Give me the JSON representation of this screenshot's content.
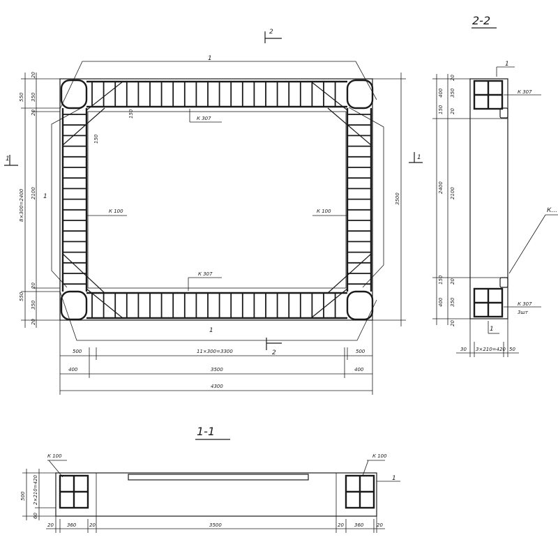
{
  "sections": {
    "s11": "1-1",
    "s22": "2-2",
    "cut_2_top": "2",
    "cut_2_bottom": "2",
    "cut_1_left": "1",
    "cut_1_right": "1"
  },
  "plan": {
    "mark_1_top": "1",
    "mark_1_bottom": "1",
    "mark_1_left": "1",
    "mesh_top": "К 307",
    "mesh_bottom": "К 307",
    "mesh_left": "К 100",
    "mesh_right": "К 100",
    "dim_150_a": "150",
    "dim_150_b": "150",
    "left_20_top": "20",
    "left_350_top": "350",
    "left_550_top": "550",
    "left_20_mid": "20",
    "left_2100": "2100",
    "left_total": "8×300=2400",
    "left_20_low": "20",
    "left_350_low": "350",
    "left_550_low": "550",
    "left_20_bottom": "20",
    "right_3500": "3500",
    "dim_500_left": "500",
    "dim_11x300": "11×300=3300",
    "dim_500_right": "500",
    "dim_400_left": "400",
    "dim_3500": "3500",
    "dim_400_right": "400",
    "dim_4300": "4300"
  },
  "section22": {
    "mark_1_top": "1",
    "mark_1_bottom": "1",
    "mesh_top": "К 307",
    "mesh_bottom": "К 307",
    "mesh_bottom_qty": "3шт",
    "mesh_side": "К...",
    "d20_1": "20",
    "d400_1": "400",
    "d350_1": "350",
    "d150_1": "150",
    "d20_2": "20",
    "d2400": "2400",
    "d2100": "2100",
    "d150_2": "150",
    "d20_3": "20",
    "d400_2": "400",
    "d350_2": "350",
    "d20_4": "20",
    "w30": "30",
    "w3x": "3×210=420",
    "w50": "50"
  },
  "section11": {
    "mesh_left": "К 100",
    "mesh_right": "К 100",
    "mark_1": "1",
    "h500": "500",
    "h_mesh": "2×210=420",
    "h60": "60",
    "d20_a": "20",
    "d360_a": "360",
    "d20_b": "20",
    "d3500": "3500",
    "d20_c": "20",
    "d360_b": "360",
    "d20_d": "20"
  }
}
